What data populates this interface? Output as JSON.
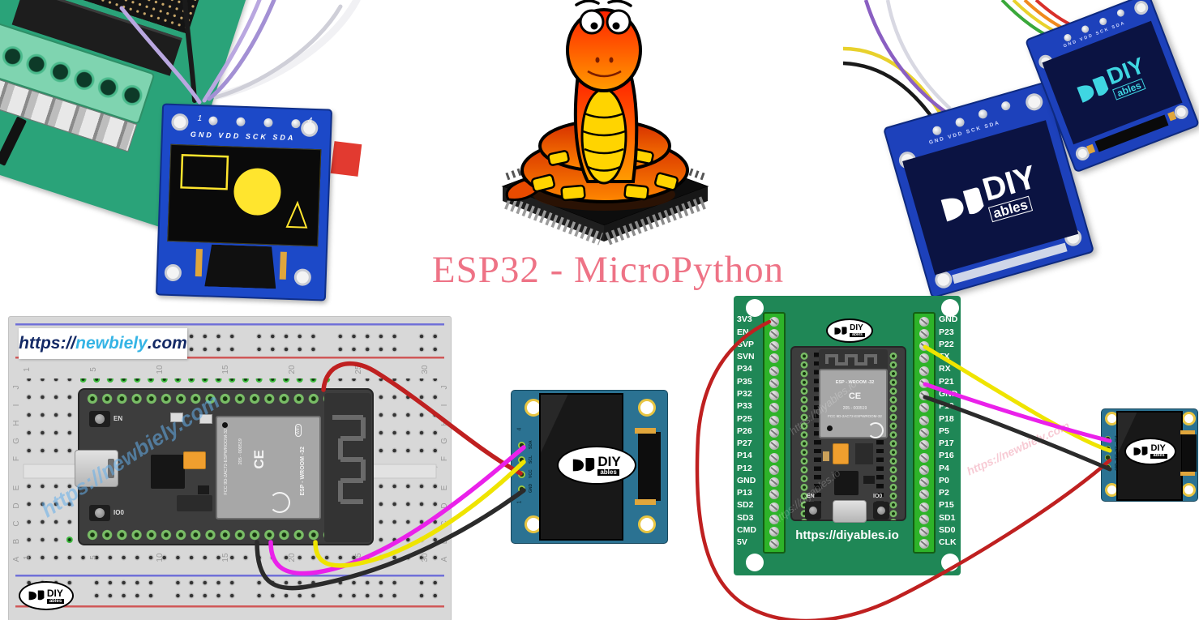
{
  "title": "ESP32 - MicroPython",
  "logo": {
    "diy": "DIY",
    "ables": "ables"
  },
  "colors": {
    "title_pink": "#ee7386",
    "wire_red": "#bf2020",
    "wire_magenta": "#ea21ea",
    "wire_yellow": "#efe400",
    "wire_black": "#2b2b2b",
    "breadboard_gray": "#d8d8d8",
    "expansion_green": "#1f8756",
    "oled_pcb_teal": "#2b7292",
    "photo_pcb_blue": "#1d41bb"
  },
  "photo_top_left": {
    "header_pins": "GND VDD SCK SDA",
    "pin_first": "1",
    "pin_last": "4"
  },
  "photo_top_right": {
    "header_pins": "GND VDD SCK SDA"
  },
  "watermarks": {
    "newbiely": "https://newbiely.com",
    "diyables": "https://diyables.io"
  },
  "breadboard": {
    "site_label": {
      "protocol": "https://",
      "name": "newbiely",
      "tld": ".com"
    },
    "column_numbers": [
      "1",
      "5",
      "10",
      "15",
      "20",
      "25",
      "30"
    ],
    "row_letters_top": [
      "J",
      "I",
      "H",
      "G",
      "F"
    ],
    "row_letters_bottom": [
      "E",
      "D",
      "C",
      "B",
      "A"
    ]
  },
  "esp32_devkit": {
    "module_name": "ESP - WROOM -32",
    "wifi_label": "WiFi",
    "ce_mark": "CE",
    "reg_text": "205 - 000519",
    "fcc_text": "FCC 9D-2AC72-ESPWROOM-32",
    "button_en": "EN",
    "button_boot": "IO0"
  },
  "expansion_board": {
    "url": "https://diyables.io",
    "left_pins": [
      "3V3",
      "EN",
      "SVP",
      "SVN",
      "P34",
      "P35",
      "P32",
      "P33",
      "P25",
      "P26",
      "P27",
      "P14",
      "P12",
      "GND",
      "P13",
      "SD2",
      "SD3",
      "CMD",
      "5V"
    ],
    "right_pins": [
      "GND",
      "P23",
      "P22",
      "TX",
      "RX",
      "P21",
      "GND",
      "P19",
      "P18",
      "P5",
      "P17",
      "P16",
      "P4",
      "P0",
      "P2",
      "P15",
      "SD1",
      "SD0",
      "CLK"
    ]
  },
  "oled_left": {
    "pins": [
      "SDA",
      "SCL",
      "VCC",
      "GND"
    ],
    "pin_top": "4",
    "pin_bottom": "1"
  },
  "oled_right": {
    "pins": [
      "SDA",
      "SCL",
      "VCC",
      "GND"
    ]
  },
  "wiring": {
    "breadboard_diagram": [
      {
        "signal": "VCC",
        "color": "red"
      },
      {
        "signal": "SDA",
        "color": "magenta"
      },
      {
        "signal": "SCL",
        "color": "yellow"
      },
      {
        "signal": "GND",
        "color": "black"
      }
    ],
    "expansion_diagram": [
      {
        "from": "3V3",
        "to": "VCC",
        "color": "red"
      },
      {
        "from": "P22",
        "to": "SCL",
        "color": "yellow"
      },
      {
        "from": "P21",
        "to": "SDA",
        "color": "magenta"
      },
      {
        "from": "GND",
        "to": "GND",
        "color": "black"
      }
    ]
  }
}
